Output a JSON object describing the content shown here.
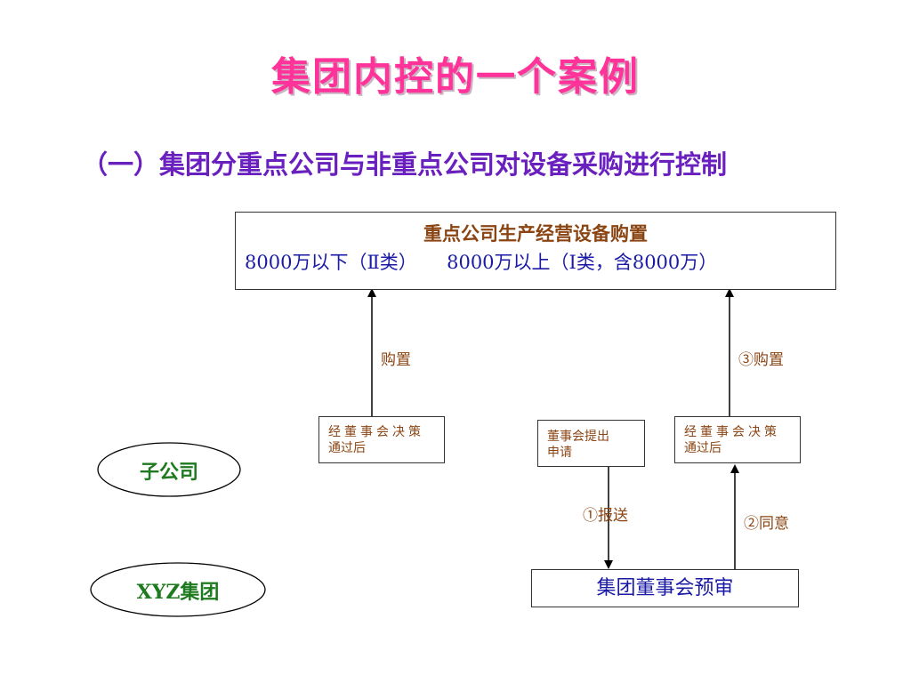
{
  "title": "集团内控的一个案例",
  "subtitle": "（一）集团分重点公司与非重点公司对设备采购进行控制",
  "top_box": {
    "line1": "重点公司生产经营设备购置",
    "line2": "8000万以下（Ⅱ类）     8000万以上（Ⅰ类，含8000万）"
  },
  "box_left": {
    "line1": "经董事会决策",
    "line2": "通过后"
  },
  "box_mid": {
    "line1": "董事会提出",
    "line2": "申请"
  },
  "box_right": {
    "line1": "经董事会决策",
    "line2": "通过后"
  },
  "box_bottom": "集团董事会预审",
  "labels": {
    "purchase_left": "购置",
    "purchase_right": "③购置",
    "submit": "①报送",
    "agree": "②同意"
  },
  "ellipses": {
    "subsidiary": "子公司",
    "group": "XYZ集团"
  }
}
